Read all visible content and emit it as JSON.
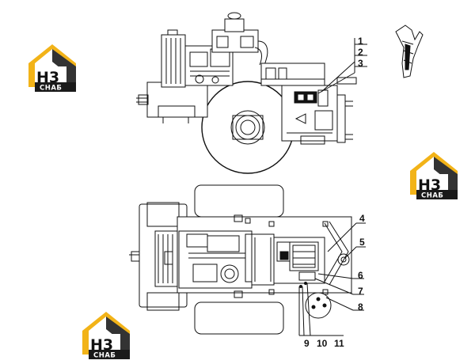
{
  "watermark": {
    "mark": "H3",
    "subtitle": "СНАБ",
    "colors": {
      "roof": "#f2b318",
      "house_dark": "#333333",
      "text_dark": "#111111"
    }
  },
  "callouts_side_view": [
    "1",
    "2",
    "3"
  ],
  "callouts_top_view": [
    "4",
    "5",
    "6",
    "7",
    "8"
  ],
  "callouts_bottom": [
    "9",
    "10",
    "11"
  ],
  "colors": {
    "line": "#111111",
    "background": "#ffffff"
  }
}
